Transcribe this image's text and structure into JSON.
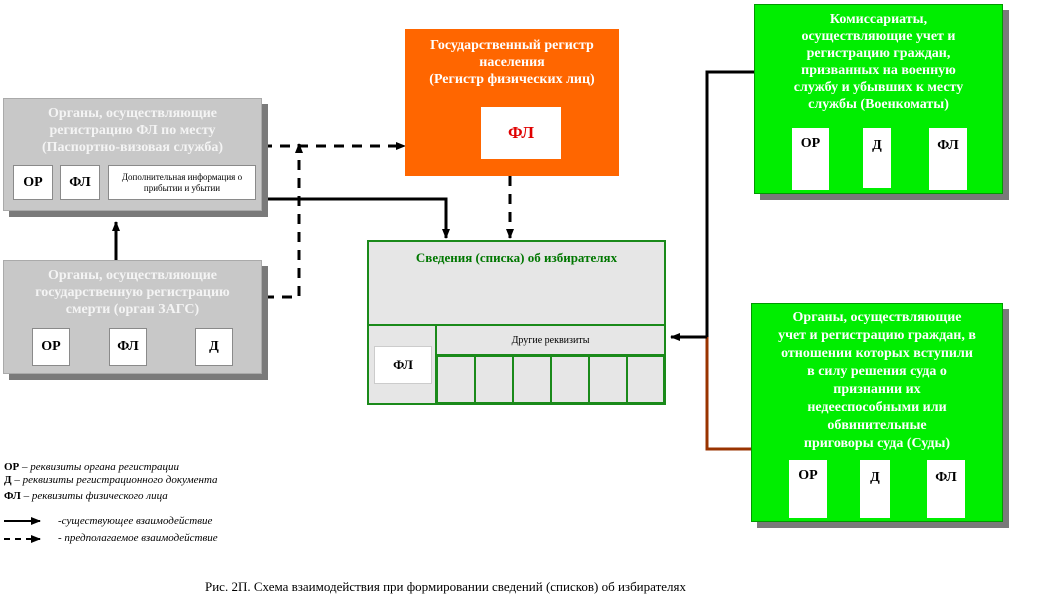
{
  "state_register": {
    "title": "Государственный регистр\nнаселения\n(Регистр  физических лиц)",
    "fl": "ФЛ"
  },
  "passport_service": {
    "title": "Органы, осуществляющие\nрегистрацию  ФЛ по месту\n(Паспортно-визовая  служба)",
    "or": "ОР",
    "fl": "ФЛ",
    "extra": "Дополнительная информация о прибытии и убытии"
  },
  "zags": {
    "title": "Органы, осуществляющие\nгосударственную регистрацию\nсмерти   (орган ЗАГС)",
    "or": "ОР",
    "fl": "ФЛ",
    "d": "Д"
  },
  "voters_list": {
    "title": "Сведения  (списка) об избирателях",
    "fl": "ФЛ",
    "other": "Другие реквизиты"
  },
  "commissariats": {
    "title": "Комиссариаты,\nосуществляющие учет и\nрегистрацию граждан,\nпризванных на военную\nслужбу и убывших к месту\nслужбы (Военкоматы)",
    "or": "ОР",
    "d": "Д",
    "fl": "ФЛ"
  },
  "courts": {
    "title": "Органы, осуществляющие\nучет и регистрацию граждан, в\nотношении которых вступили\nв силу решения суда о\nпризнании  их\nнедееспособными или\nобвинительные\nприговоры  суда (Суды)",
    "or": "ОР",
    "d": "Д",
    "fl": "ФЛ"
  },
  "legend": {
    "or_abbr": "ОР",
    "or_text": " – реквизиты органа регистрации",
    "d_abbr": "Д",
    "d_text": " – реквизиты регистрационного документа",
    "fl_abbr": "ФЛ",
    "fl_text": " – реквизиты физического лица",
    "solid": "-существующее взаимодействие",
    "dashed": "- предполагаемое взаимодействие"
  },
  "caption": "Рис. 2П. Схема взаимодействия при формировании сведений (списков) об избирателях",
  "colors": {
    "green": "#00ee00",
    "orange": "#ff6600",
    "gray": "#c8c8c8",
    "fl_red": "#e00000",
    "court_line": "#993300"
  }
}
